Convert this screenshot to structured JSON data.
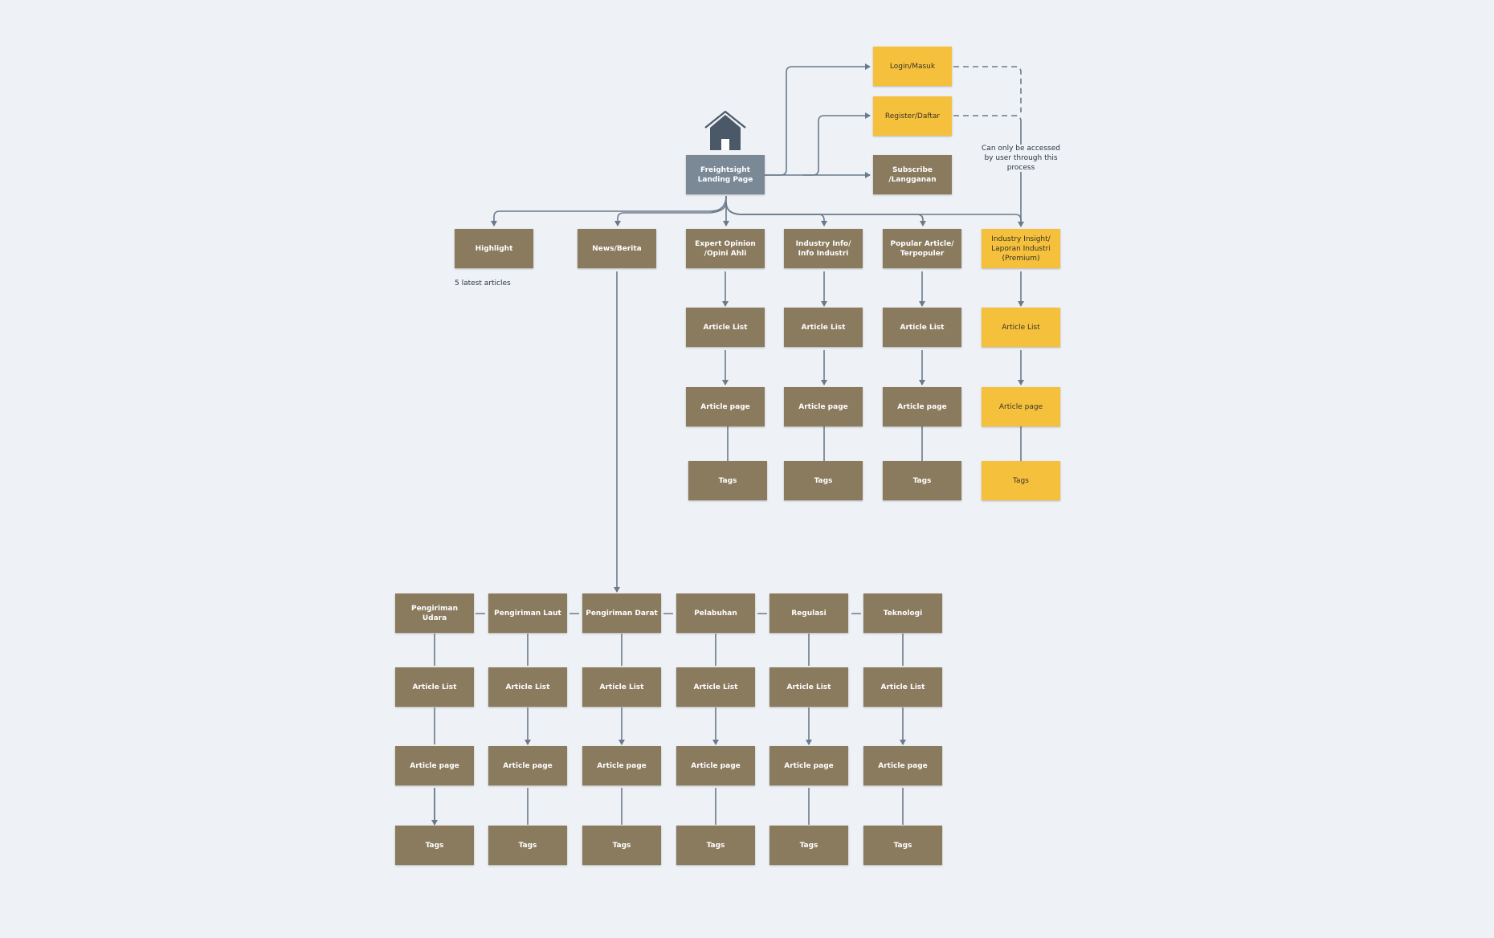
{
  "landing": {
    "label": "Freightsight\nLanding Page"
  },
  "auth": {
    "login": "Login/Masuk",
    "register": "Register/Daftar",
    "subscribe": "Subscribe\n/Langganan",
    "access_note": "Can only be accessed\nby user through this\nprocess"
  },
  "categories": {
    "highlight": "Highlight",
    "highlight_note": "5 latest articles",
    "news": "News/Berita",
    "expert": "Expert Opinion\n/Opini Ahli",
    "industry_info": "Industry Info/\nInfo Industri",
    "popular": "Popular Article/\nTerpopuler",
    "insight": "Industry Insight/\nLaporan Industri\n(Premium)"
  },
  "upper_columns": {
    "expert": {
      "list": "Article List",
      "page": "Article page",
      "tags": "Tags"
    },
    "industry_info": {
      "list": "Article List",
      "page": "Article page",
      "tags": "Tags"
    },
    "popular": {
      "list": "Article List",
      "page": "Article page",
      "tags": "Tags"
    },
    "insight": {
      "list": "Article List",
      "page": "Article page",
      "tags": "Tags"
    }
  },
  "news_sub": [
    {
      "name": "Pengiriman Udara",
      "list": "Article List",
      "page": "Article page",
      "tags": "Tags"
    },
    {
      "name": "Pengiriman Laut",
      "list": "Article List",
      "page": "Article page",
      "tags": "Tags"
    },
    {
      "name": "Pengiriman Darat",
      "list": "Article List",
      "page": "Article page",
      "tags": "Tags"
    },
    {
      "name": "Pelabuhan",
      "list": "Article List",
      "page": "Article page",
      "tags": "Tags"
    },
    {
      "name": "Regulasi",
      "list": "Article List",
      "page": "Article page",
      "tags": "Tags"
    },
    {
      "name": "Teknologi",
      "list": "Article List",
      "page": "Article page",
      "tags": "Tags"
    }
  ],
  "colors": {
    "node_brown": "#8a7a5e",
    "node_yellow": "#f5c13c",
    "landing": "#7b8896",
    "line": "#6b7a8a",
    "background": "#eef1f5"
  },
  "icons": {
    "home": "home-icon"
  }
}
